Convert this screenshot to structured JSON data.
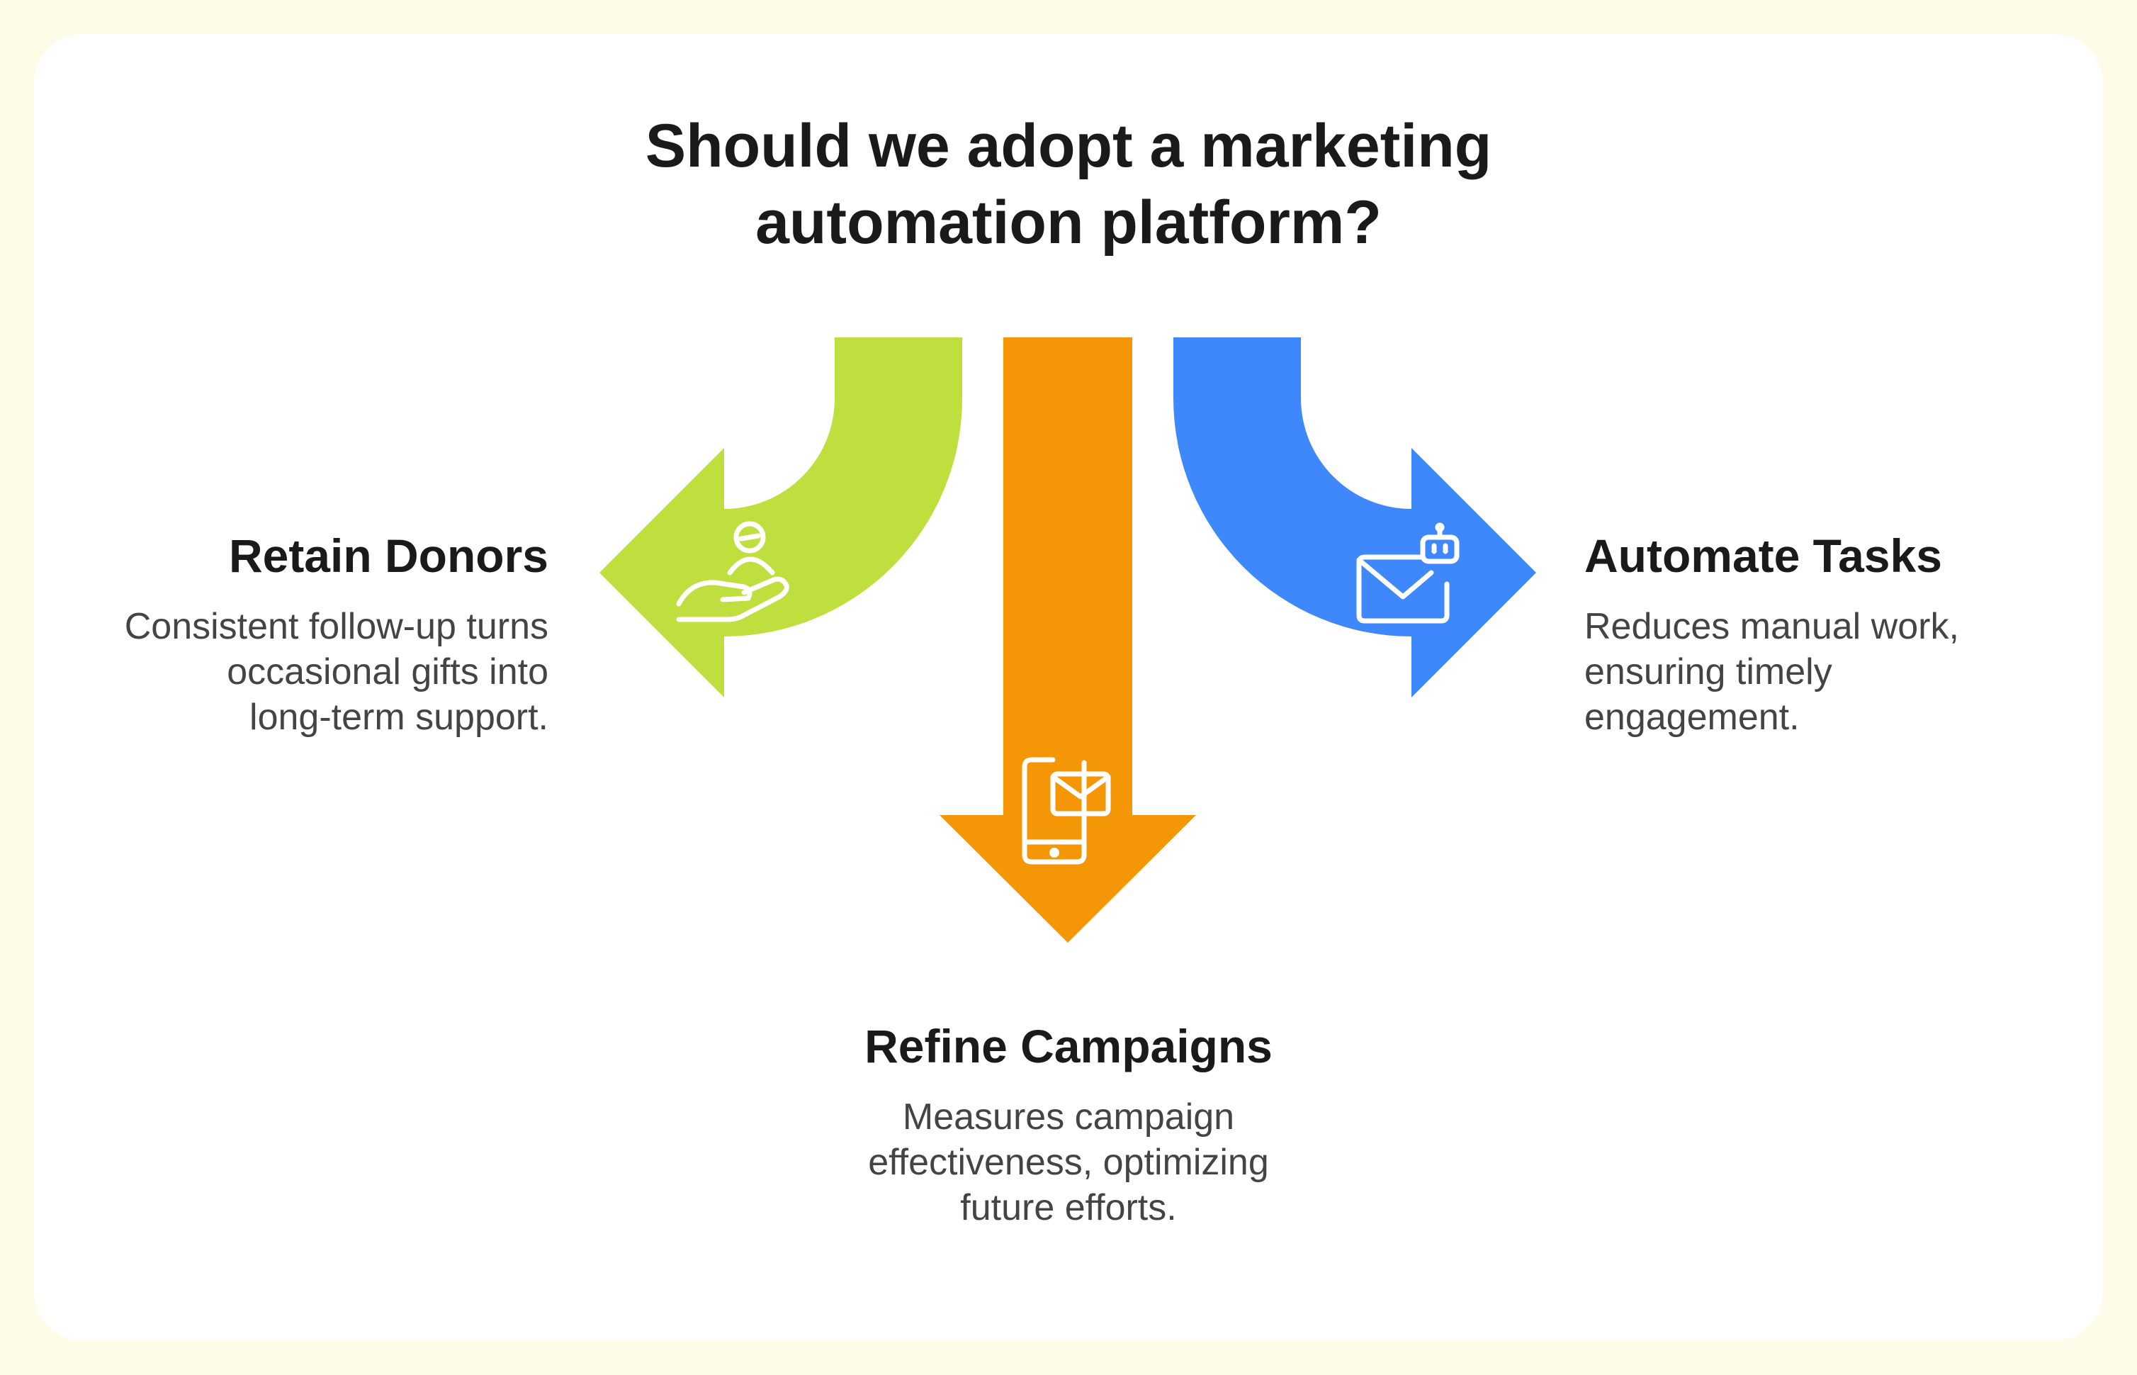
{
  "title": {
    "line1": "Should we adopt a marketing",
    "line2": "automation platform?"
  },
  "options": {
    "left": {
      "heading": "Retain Donors",
      "desc_line1": "Consistent follow-up turns",
      "desc_line2": "occasional gifts into",
      "desc_line3": "long-term support.",
      "color": "#bfdf3e",
      "icon": "hand-coin-icon"
    },
    "center": {
      "heading": "Refine Campaigns",
      "desc_line1": "Measures campaign",
      "desc_line2": "effectiveness, optimizing",
      "desc_line3": "future efforts.",
      "color": "#f59607",
      "icon": "phone-mail-icon"
    },
    "right": {
      "heading": "Automate Tasks",
      "desc_line1": "Reduces manual work,",
      "desc_line2": "ensuring timely",
      "desc_line3": "engagement.",
      "color": "#3f88fb",
      "icon": "mail-robot-icon"
    }
  },
  "colors": {
    "background": "#fefbe8",
    "card": "#ffffff",
    "heading_text": "#1a1a1a",
    "body_text": "#444444",
    "icon_stroke": "#ffffff"
  }
}
